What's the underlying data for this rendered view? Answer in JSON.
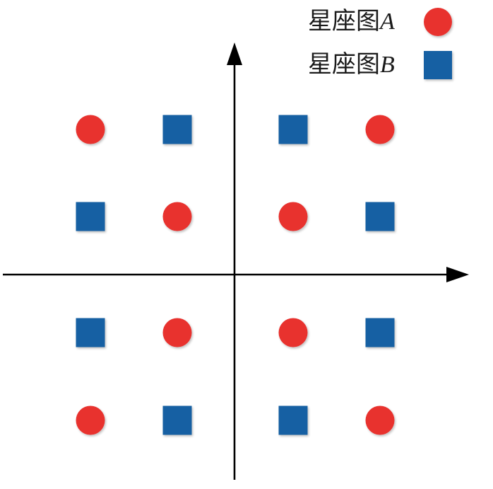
{
  "legend": {
    "a": {
      "label": "星座图",
      "var": "A",
      "color": "#e8312f",
      "shape": "circle"
    },
    "b": {
      "label": "星座图",
      "var": "B",
      "color": "#1361a3",
      "shape": "square"
    }
  },
  "chart_data": {
    "type": "scatter",
    "axis_color": "#000000",
    "series": [
      {
        "key": "a",
        "points": [
          [
            -3,
            3
          ],
          [
            3,
            3
          ],
          [
            -1,
            1
          ],
          [
            1,
            1
          ],
          [
            -1,
            -1
          ],
          [
            1,
            -1
          ],
          [
            -3,
            -3
          ],
          [
            3,
            -3
          ]
        ]
      },
      {
        "key": "b",
        "points": [
          [
            -1,
            3
          ],
          [
            1,
            3
          ],
          [
            -3,
            1
          ],
          [
            3,
            1
          ],
          [
            -3,
            -1
          ],
          [
            3,
            -1
          ],
          [
            -1,
            -3
          ],
          [
            1,
            -3
          ]
        ]
      }
    ]
  }
}
